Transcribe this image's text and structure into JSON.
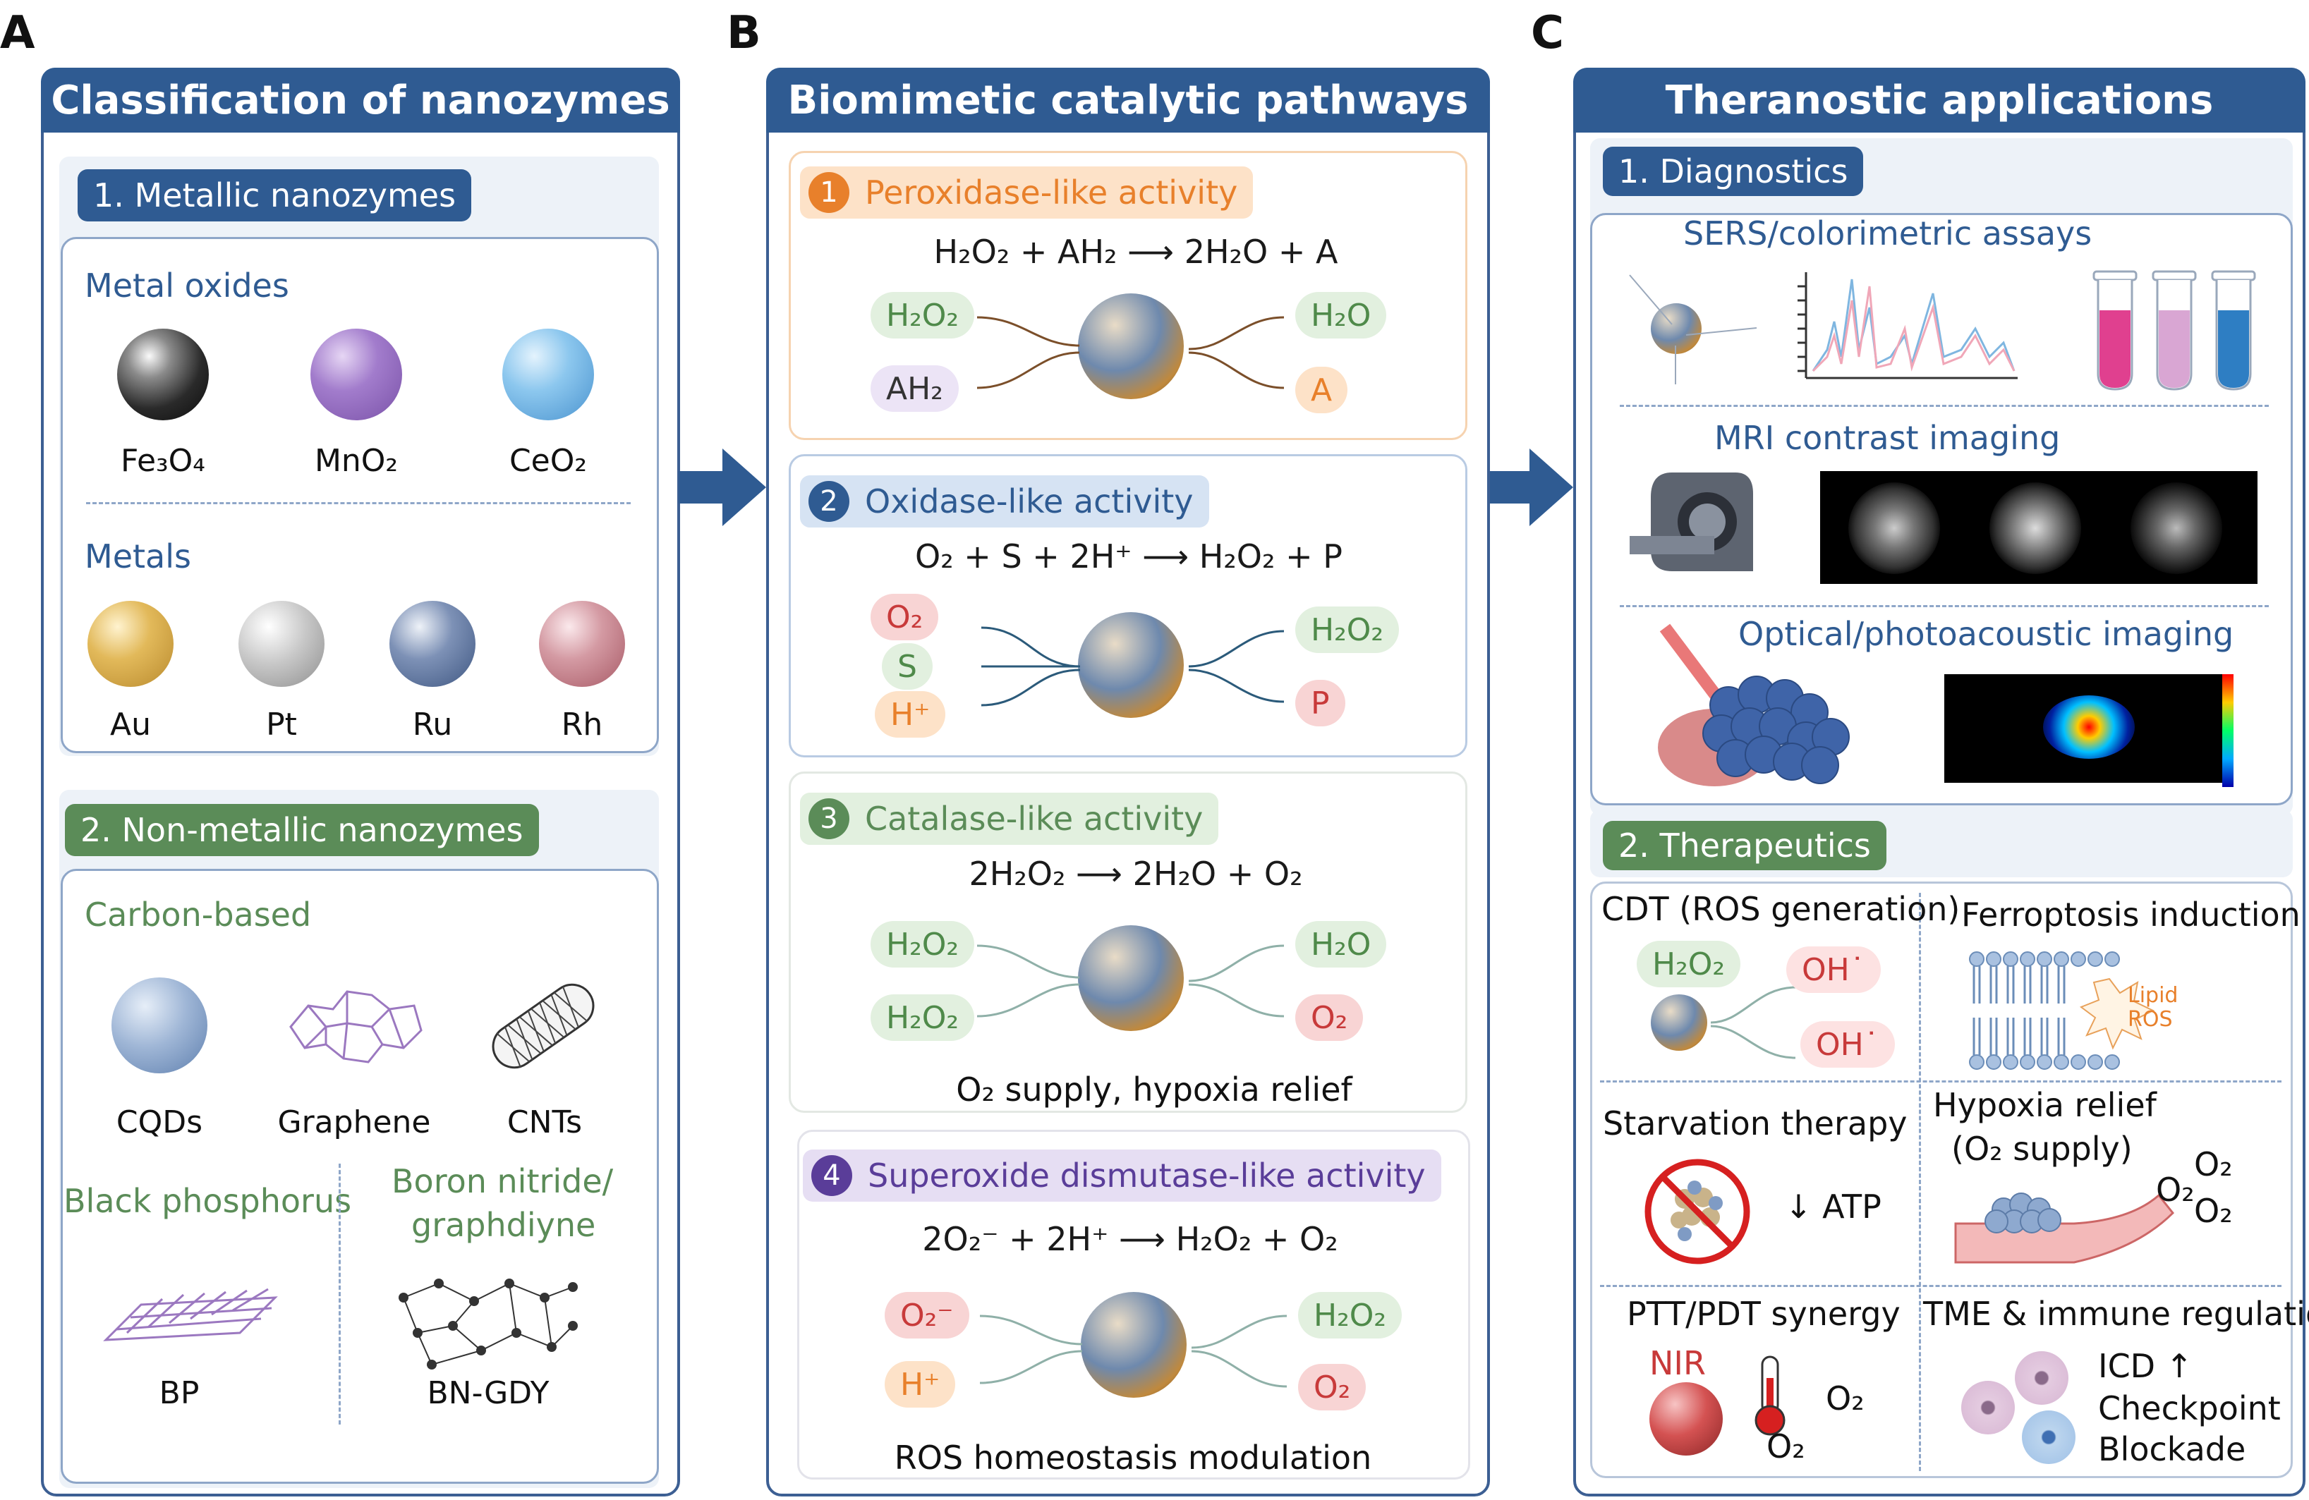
{
  "panels": {
    "a": {
      "letter": "A",
      "title": "Classification of nanozymes",
      "metallic": {
        "label": "1. Metallic nanozymes",
        "oxides_title": "Metal oxides",
        "oxides": [
          "Fe₃O₄",
          "MnO₂",
          "CeO₂"
        ],
        "metals_title": "Metals",
        "metals": [
          "Au",
          "Pt",
          "Ru",
          "Rh"
        ]
      },
      "nonmetallic": {
        "label": "2. Non-metallic nanozymes",
        "carbon_title": "Carbon-based",
        "carbon": [
          "CQDs",
          "Graphene",
          "CNTs"
        ],
        "bp_title": "Black phosphorus",
        "bn_title_1": "Boron nitride/",
        "bn_title_2": "graphdiyne",
        "bp": "BP",
        "bngdy": "BN-GDY"
      }
    },
    "b": {
      "letter": "B",
      "title": "Biomimetic catalytic pathways",
      "activities": [
        {
          "num": "1",
          "title": "Peroxidase-like activity",
          "equation": "H₂O₂ + AH₂ ⟶ 2H₂O + A",
          "inputs": [
            "H₂O₂",
            "AH₂"
          ],
          "outputs": [
            "H₂O",
            "A"
          ],
          "note": ""
        },
        {
          "num": "2",
          "title": "Oxidase-like activity",
          "equation": "O₂ + S + 2H⁺ ⟶ H₂O₂ + P",
          "inputs": [
            "O₂",
            "S",
            "H⁺"
          ],
          "outputs": [
            "H₂O₂",
            "P"
          ],
          "note": ""
        },
        {
          "num": "3",
          "title": "Catalase-like activity",
          "equation": "2H₂O₂ ⟶ 2H₂O + O₂",
          "inputs": [
            "H₂O₂",
            "H₂O₂"
          ],
          "outputs": [
            "H₂O",
            "O₂"
          ],
          "note": "O₂ supply, hypoxia relief"
        },
        {
          "num": "4",
          "title": "Superoxide dismutase-like activity",
          "equation": "2O₂⁻ + 2H⁺ ⟶ H₂O₂ + O₂",
          "inputs": [
            "O₂⁻",
            "H⁺"
          ],
          "outputs": [
            "H₂O₂",
            "O₂"
          ],
          "note": "ROS homeostasis modulation"
        }
      ]
    },
    "c": {
      "letter": "C",
      "title": "Theranostic applications",
      "diagnostics": {
        "label": "1. Diagnostics",
        "items": [
          "SERS/colorimetric assays",
          "MRI contrast imaging",
          "Optical/photoacoustic imaging"
        ]
      },
      "therapeutics": {
        "label": "2. Therapeutics",
        "cdt_title": "CDT (ROS generation)",
        "cdt_in": "H₂O₂",
        "cdt_out": [
          "OH˙",
          "OH˙"
        ],
        "ferro_title": "Ferroptosis induction",
        "lipid_ros_1": "Lipid",
        "lipid_ros_2": "ROS",
        "starvation_title": "Starvation therapy",
        "atp": "↓ ATP",
        "hypoxia_title_1": "Hypoxia relief",
        "hypoxia_title_2": "(O₂ supply)",
        "o2": [
          "O₂",
          "O₂",
          "O₂"
        ],
        "ptt_title": "PTT/PDT synergy",
        "nir": "NIR",
        "ptt_o2": [
          "O₂",
          "O₂"
        ],
        "tme_title": "TME & immune regulation",
        "icd": "ICD ↑",
        "checkpoint_1": "Checkpoint",
        "checkpoint_2": "Blockade"
      }
    }
  },
  "colors": {
    "header_blue": "#2f5b92",
    "green": "#5b8c58",
    "orange": "#e8802b",
    "purple": "#5a3d99"
  }
}
